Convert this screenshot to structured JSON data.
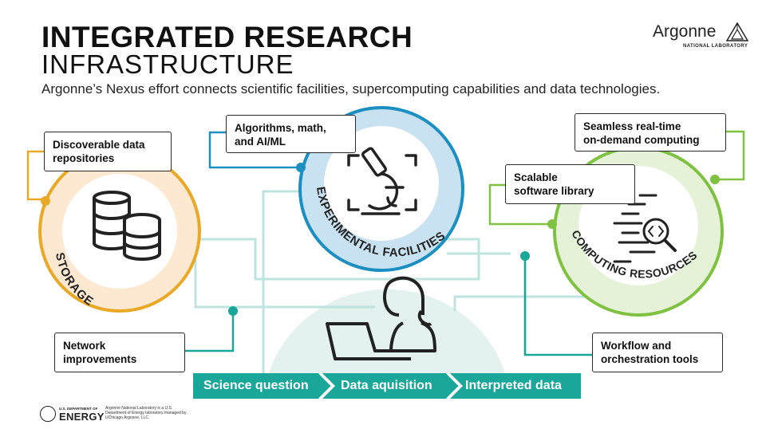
{
  "header": {
    "title_line1": "INTEGRATED RESEARCH",
    "title_line2": "INFRASTRUCTURE",
    "subtitle": "Argonne’s Nexus effort connects scientific facilities, supercomputing capabilities and data technologies."
  },
  "logo": {
    "name": "Argonne",
    "sub": "NATIONAL LABORATORY"
  },
  "circles": {
    "storage": "STORAGE",
    "experimental": "EXPERIMENTAL FACILITIES",
    "computing": "COMPUTING RESOURCES"
  },
  "boxes": {
    "discoverable": "Discoverable data repositories",
    "algorithms": "Algorithms, math, and AI/ML",
    "seamless_line1": "Seamless real-time",
    "seamless_line2": "on-demand computing",
    "scalable_line1": "Scalable",
    "scalable_line2": "software library",
    "network_line1": "Network",
    "network_line2": "improvements",
    "workflow_line1": "Workflow and",
    "workflow_line2": "orchestration tools"
  },
  "flow": [
    "Science question",
    "Data aquisition",
    "Interpreted data"
  ],
  "footer": {
    "doe_top": "U.S. DEPARTMENT OF",
    "doe_name": "ENERGY",
    "doe_desc": "Argonne National Laboratory is a U.S. Department of Energy laboratory managed by UChicago Argonne, LLC."
  },
  "colors": {
    "storage": "#e9a927",
    "storage_fill": "#fde8d2",
    "experimental": "#1b8fc2",
    "experimental_fill": "#c9e2f1",
    "computing": "#7fc241",
    "computing_fill": "#e5f2d8",
    "teal": "#1aa79a",
    "teal_light": "#bfe3de",
    "center_fill": "#e4f2ef"
  }
}
